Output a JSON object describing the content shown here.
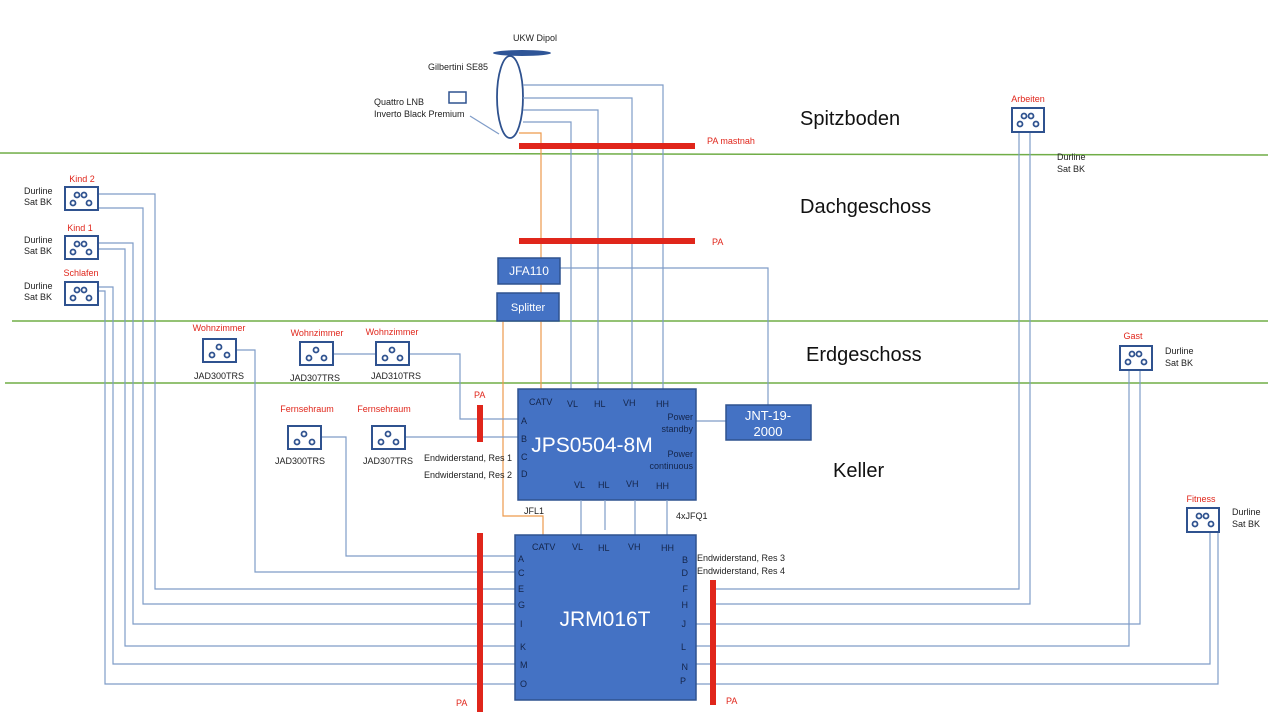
{
  "floors": [
    "Spitzboden",
    "Dachgeschoss",
    "Erdgeschoss",
    "Keller"
  ],
  "antenna": {
    "dipole": "UKW Dipol",
    "dish": "Gilbertini SE85",
    "lnb_line1": "Quattro LNB",
    "lnb_line2": "Inverto Black Premium"
  },
  "pa": {
    "mastnah": "PA mastnah",
    "label": "PA"
  },
  "devices": {
    "jfa": "JFA110",
    "splitter": "Splitter",
    "jps": "JPS0504-8M",
    "jnt_line1": "JNT-19-",
    "jnt_line2": "2000",
    "jrm": "JRM016T",
    "jfl": "JFL1",
    "jfq": "4xJFQ1"
  },
  "jps_ports": {
    "top": [
      "CATV",
      "VL",
      "HL",
      "VH",
      "HH"
    ],
    "bottom": [
      "VL",
      "HL",
      "VH",
      "HH"
    ],
    "left": [
      "A",
      "B",
      "C",
      "D"
    ],
    "power_standby_1": "Power",
    "power_standby_2": "standby",
    "power_cont_1": "Power",
    "power_cont_2": "continuous"
  },
  "jrm_ports": {
    "top": [
      "CATV",
      "VL",
      "HL",
      "VH",
      "HH"
    ],
    "left": [
      "A",
      "C",
      "E",
      "G",
      "I",
      "K",
      "M",
      "O"
    ],
    "right": [
      "B",
      "D",
      "F",
      "H",
      "J",
      "L",
      "N",
      "P"
    ]
  },
  "terminations": [
    "Endwiderstand, Res 1",
    "Endwiderstand, Res 2",
    "Endwiderstand, Res 3",
    "Endwiderstand, Res 4"
  ],
  "outlet_type_1": "Durline",
  "outlet_type_2": "Sat BK",
  "rooms": {
    "kind2": "Kind 2",
    "kind1": "Kind 1",
    "schlafen": "Schlafen",
    "wohn": "Wohnzimmer",
    "fernseh": "Fernsehraum",
    "arbeiten": "Arbeiten",
    "gast": "Gast",
    "fitness": "Fitness"
  },
  "models": {
    "jad300": "JAD300TRS",
    "jad307": "JAD307TRS",
    "jad310": "JAD310TRS"
  }
}
